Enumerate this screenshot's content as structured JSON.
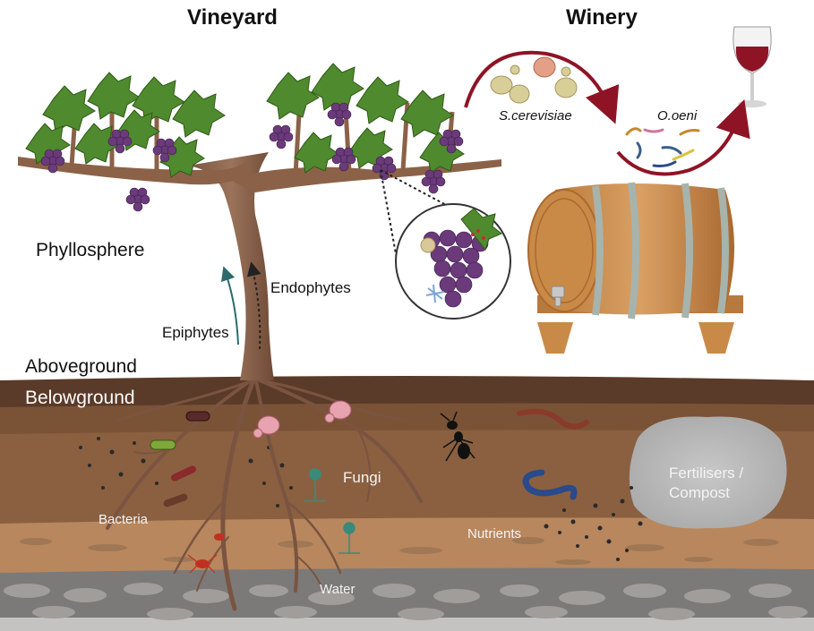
{
  "titles": {
    "vineyard": "Vineyard",
    "winery": "Winery"
  },
  "labels": {
    "phyllosphere": "Phyllosphere",
    "endophytes": "Endophytes",
    "epiphytes": "Epiphytes",
    "aboveground": "Aboveground",
    "belowground": "Belowground",
    "fungi": "Fungi",
    "bacteria": "Bacteria",
    "nutrients": "Nutrients",
    "water": "Water",
    "fertilisers_line1": "Fertilisers /",
    "fertilisers_line2": "Compost",
    "s_cerevisiae": "S.cerevisiae",
    "o_oeni": "O.oeni"
  },
  "icons": [
    "grapevine-icon",
    "grape-cluster-icon",
    "wine-glass-icon",
    "wine-barrel-icon",
    "yeast-cell-icon",
    "bacteria-icon",
    "fungus-icon",
    "ant-icon",
    "earthworm-icon",
    "mite-icon",
    "magnifier-icon",
    "compost-pile-icon"
  ],
  "colors": {
    "soil_top": "#5a3a28",
    "soil_mid": "#8a6040",
    "soil_low": "#b8875e",
    "trunk": "#8b6248",
    "grape": "#6a3a7a",
    "leaf": "#4f8a2e",
    "wine": "#8e1425",
    "barrel_wood": "#c98a48",
    "barrel_hoop": "#a7b3ad",
    "arrow": "#8e1425"
  }
}
